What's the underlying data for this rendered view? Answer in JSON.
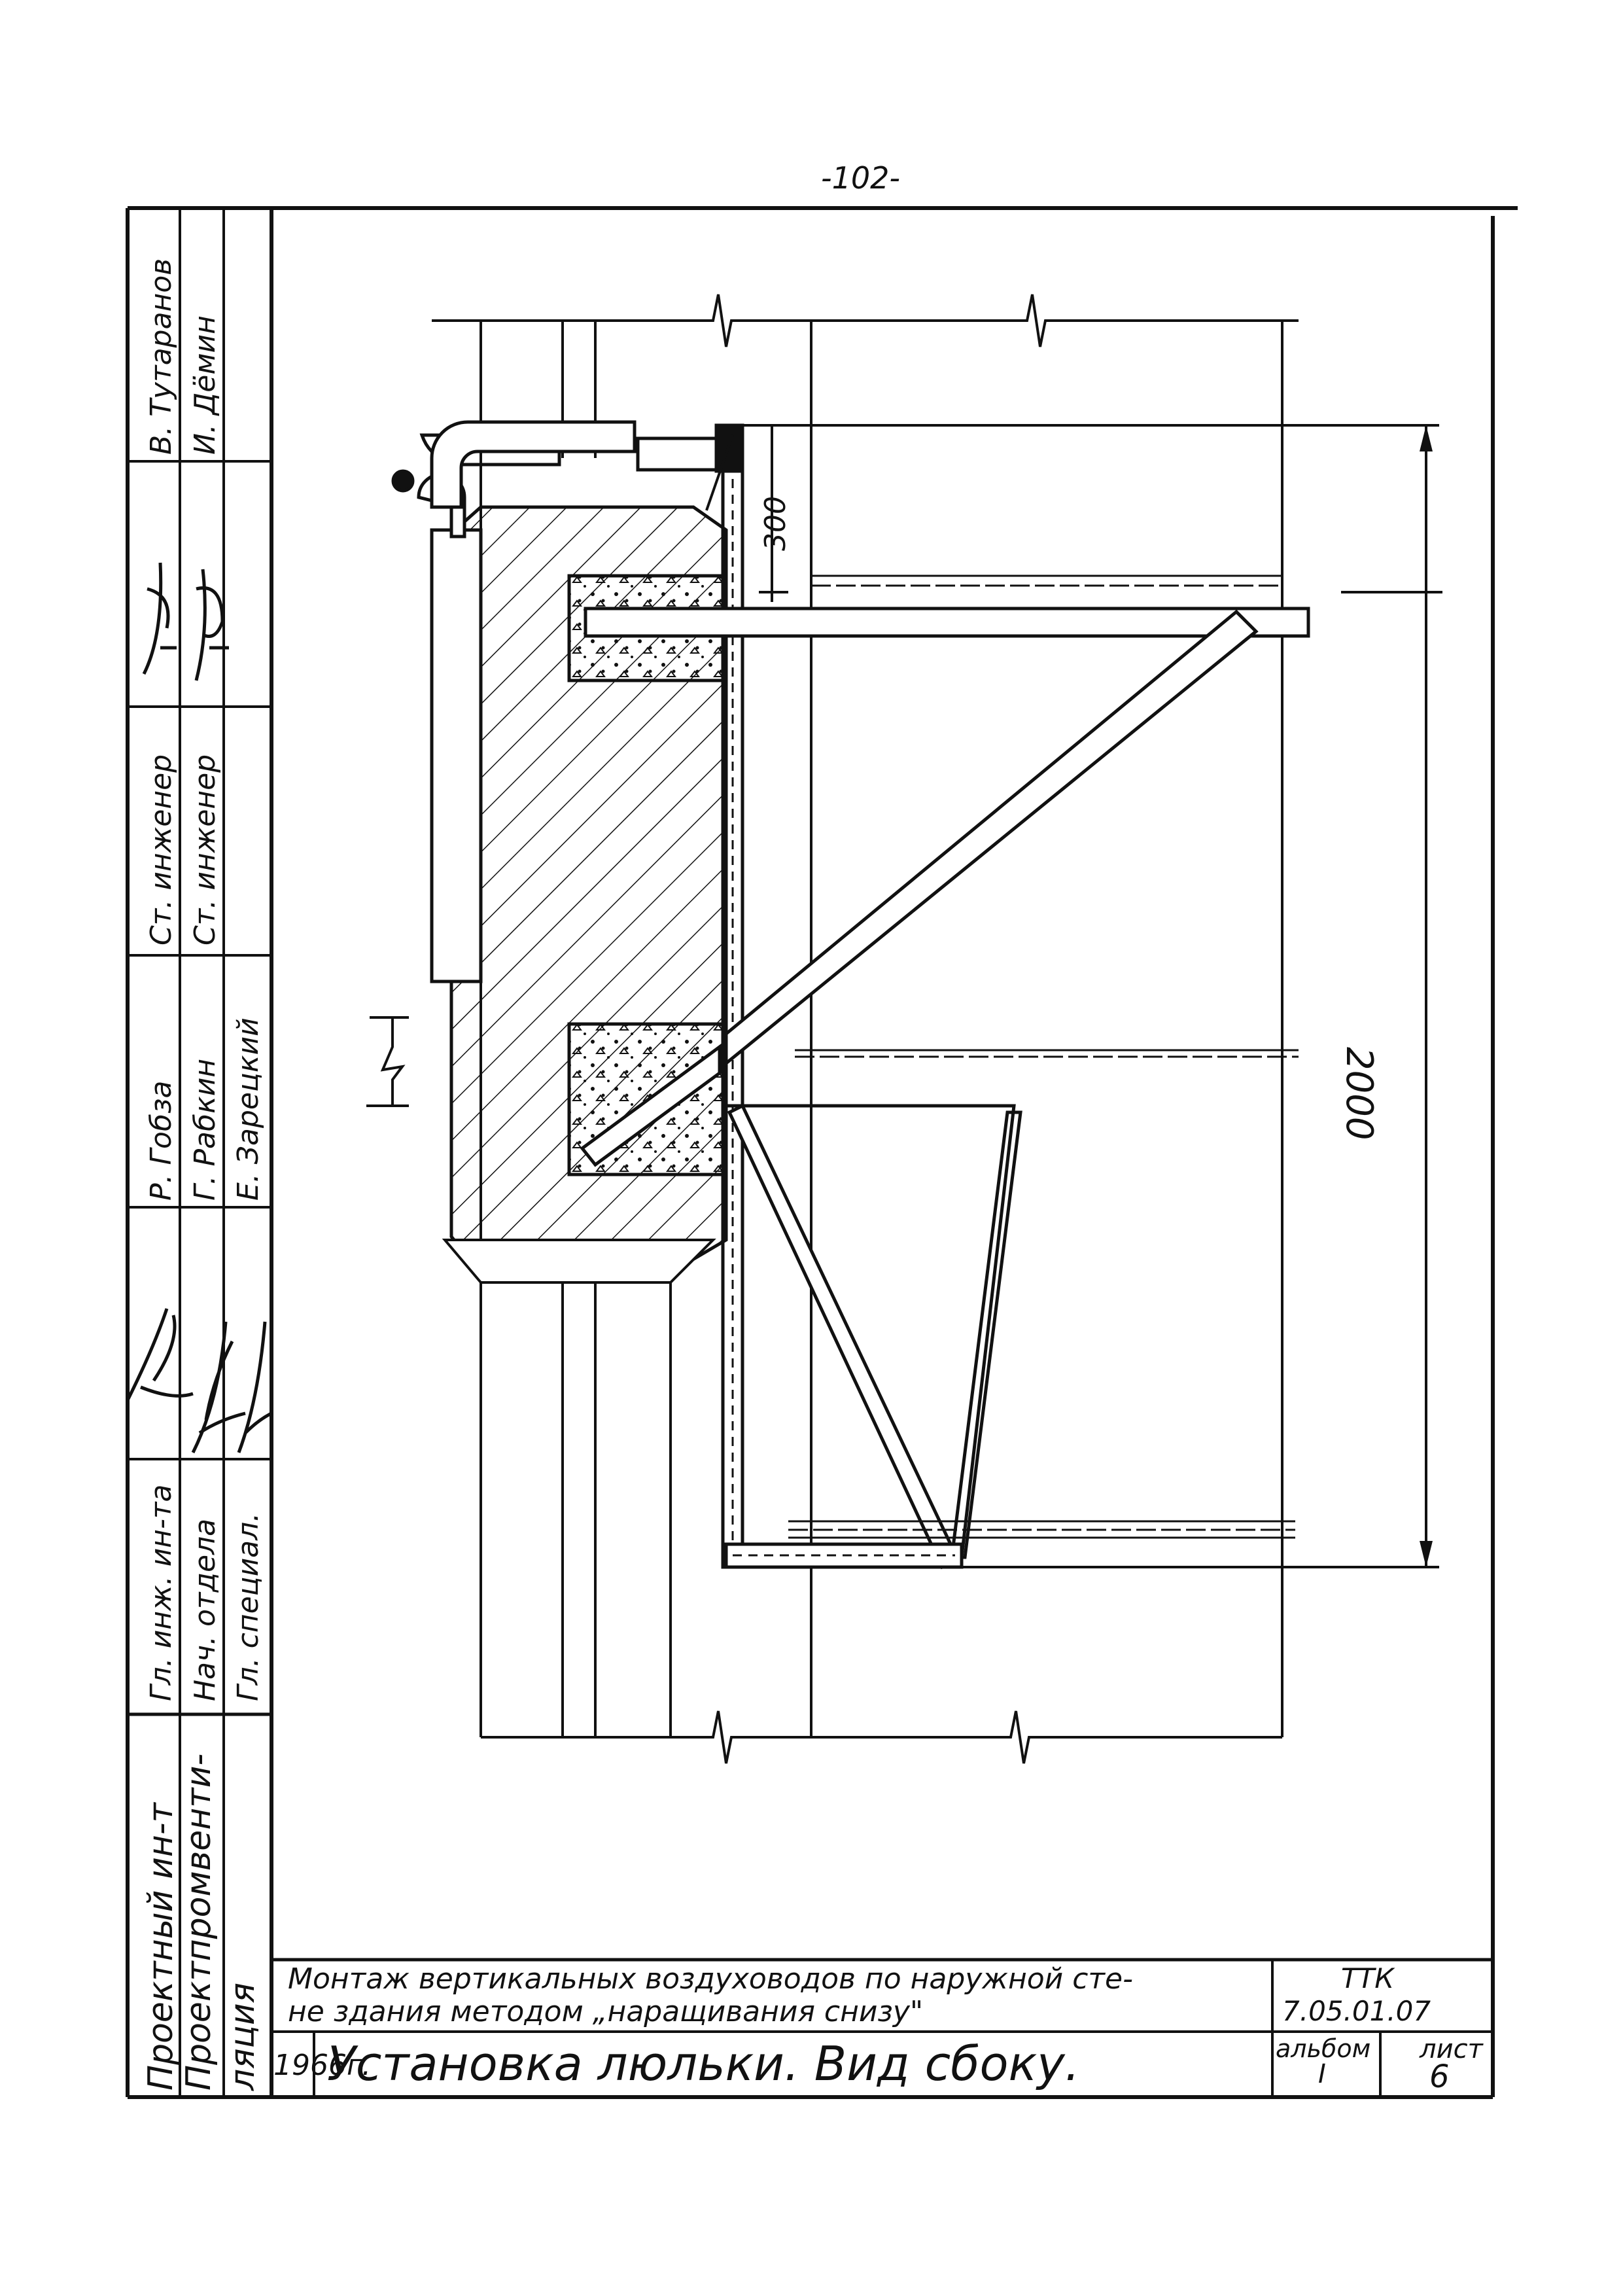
{
  "page_number": "-102-",
  "left_stamp": {
    "institute_line1": "Проектный ин-т",
    "institute_line2": "Проектпромвентиляция",
    "institute_line2a": "Проектпромвенти-",
    "institute_line2b": "ляция",
    "positions": [
      "Гл. инж. ин-та",
      "Нач. отдела",
      "Гл. специал.",
      "Ст. инженер",
      "Ст. инженер"
    ],
    "names": [
      "В. Тутаранов",
      "И. Дёмин",
      "Р. Гобза",
      "Г. Рабкин",
      "Е. Зарецкий"
    ]
  },
  "dimensions": {
    "short": "300",
    "long": "2000"
  },
  "title_block": {
    "description_line1": "Монтаж вертикальных воздуховодов по наружной сте-",
    "description_line2": "не здания методом „наращивания снизу\"",
    "year": "1966г.",
    "sheet_title": "Установка люльки. Вид сбоку.",
    "code_label": "ТТК",
    "code_value": "7.05.01.07",
    "album_label": "альбом",
    "album_value": "I",
    "sheet_label": "лист",
    "sheet_value": "6"
  }
}
